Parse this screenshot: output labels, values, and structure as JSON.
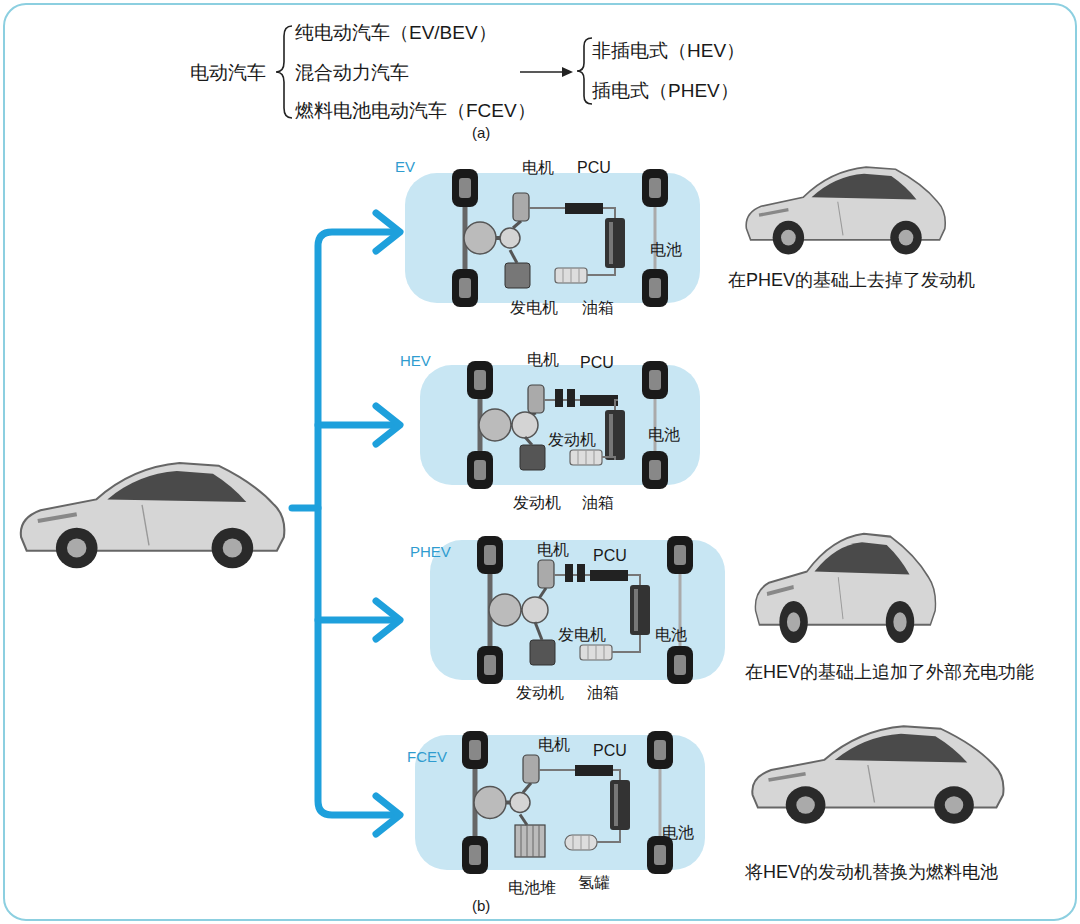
{
  "diagram": {
    "nodes": [
      {
        "text": [
          "EV",
          "电机",
          "PCU",
          "电池",
          "发电机",
          "油箱"
        ]
      },
      {
        "text": [
          "HEV",
          "电机",
          "PCU",
          "发动机",
          "电池",
          "发动机",
          "油箱"
        ]
      },
      {
        "text": [
          "PHEV",
          "电机",
          "PCU",
          "发电机",
          "电池",
          "发动机",
          "油箱"
        ]
      },
      {
        "text": [
          "FCEV",
          "电机",
          "PCU",
          "电池",
          "电池堆",
          "氢罐"
        ]
      }
    ],
    "labels": [
      "电动汽车",
      "纯电动汽车（EV/BEV）",
      "混合动力汽车",
      "燃料电池电动汽车（FCEV）",
      "非插电式（HEV）",
      "插电式（PHEV）",
      "(a)",
      "在PHEV的基础上去掉了发动机",
      "在HEV的基础上追加了外部充电功能",
      "将HEV的发动机替换为燃料电池",
      "(b)"
    ]
  }
}
